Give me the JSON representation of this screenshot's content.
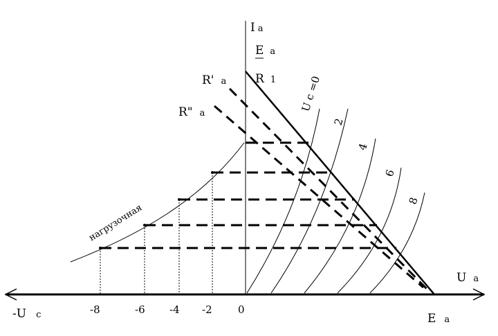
{
  "axes": {
    "y_label": {
      "main": "I",
      "sub": "a"
    },
    "x_label": {
      "main": "U",
      "sub": "a"
    },
    "neg_label": {
      "main": "-U",
      "sub": "c"
    },
    "origin": "0",
    "ea_label": {
      "main": "E",
      "sub": "a"
    }
  },
  "fraction": {
    "num_main": "E",
    "num_sub": "a",
    "den_main": "R",
    "den_sub": "1"
  },
  "load_lines": [
    {
      "name": "R'",
      "sub": "a"
    },
    {
      "name": "R\"",
      "sub": "a"
    }
  ],
  "curve_labels": [
    "U c =0",
    "2",
    "4",
    "6",
    "8"
  ],
  "neg_ticks": [
    "-8",
    "-6",
    "-4",
    "-2"
  ],
  "load_curve_label": "нагрузочная"
}
